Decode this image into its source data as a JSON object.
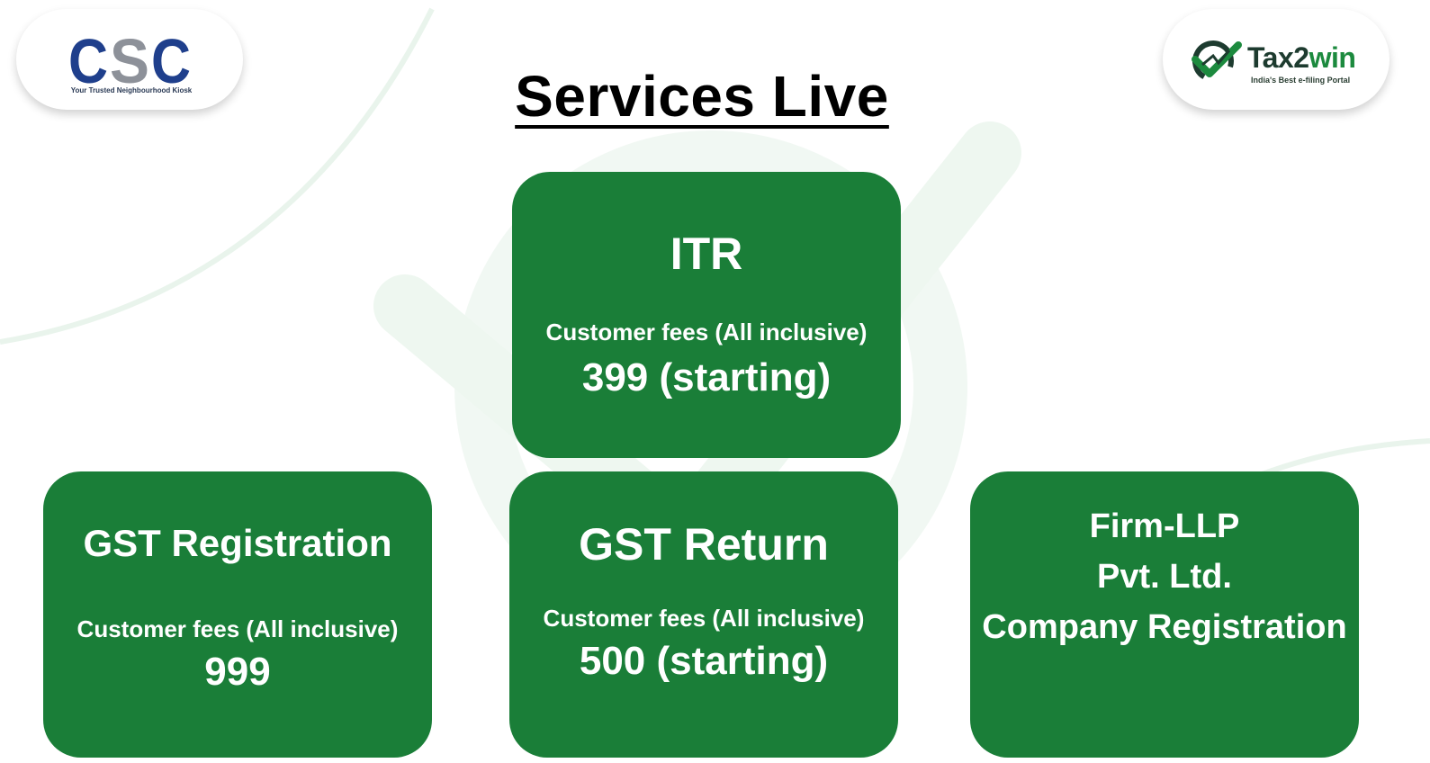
{
  "page": {
    "title": "Services Live"
  },
  "logos": {
    "left": {
      "letters": [
        "C",
        "S",
        "C"
      ],
      "tagline": "Your Trusted Neighbourhood Kiosk"
    },
    "right": {
      "brand_a": "Tax2",
      "brand_b": "win",
      "tagline": "India's Best e-filing Portal"
    }
  },
  "services": {
    "itr": {
      "title": "ITR",
      "fee_label": "Customer fees (All inclusive)",
      "price": "399 (starting)"
    },
    "gst_registration": {
      "title": "GST Registration",
      "fee_label": "Customer fees (All inclusive)",
      "price": "999"
    },
    "gst_return": {
      "title": "GST Return",
      "fee_label": "Customer fees (All inclusive)",
      "price": "500 (starting)"
    },
    "company": {
      "lines": [
        "Firm-LLP",
        "Pvt. Ltd.",
        "Company Registration"
      ]
    }
  },
  "colors": {
    "card_green": "#1a7e38",
    "csc_blue": "#1f3f8c",
    "csc_gray": "#8d9199",
    "tax2win_dark": "#1d3b2f",
    "tax2win_green": "#1c8a3e"
  }
}
